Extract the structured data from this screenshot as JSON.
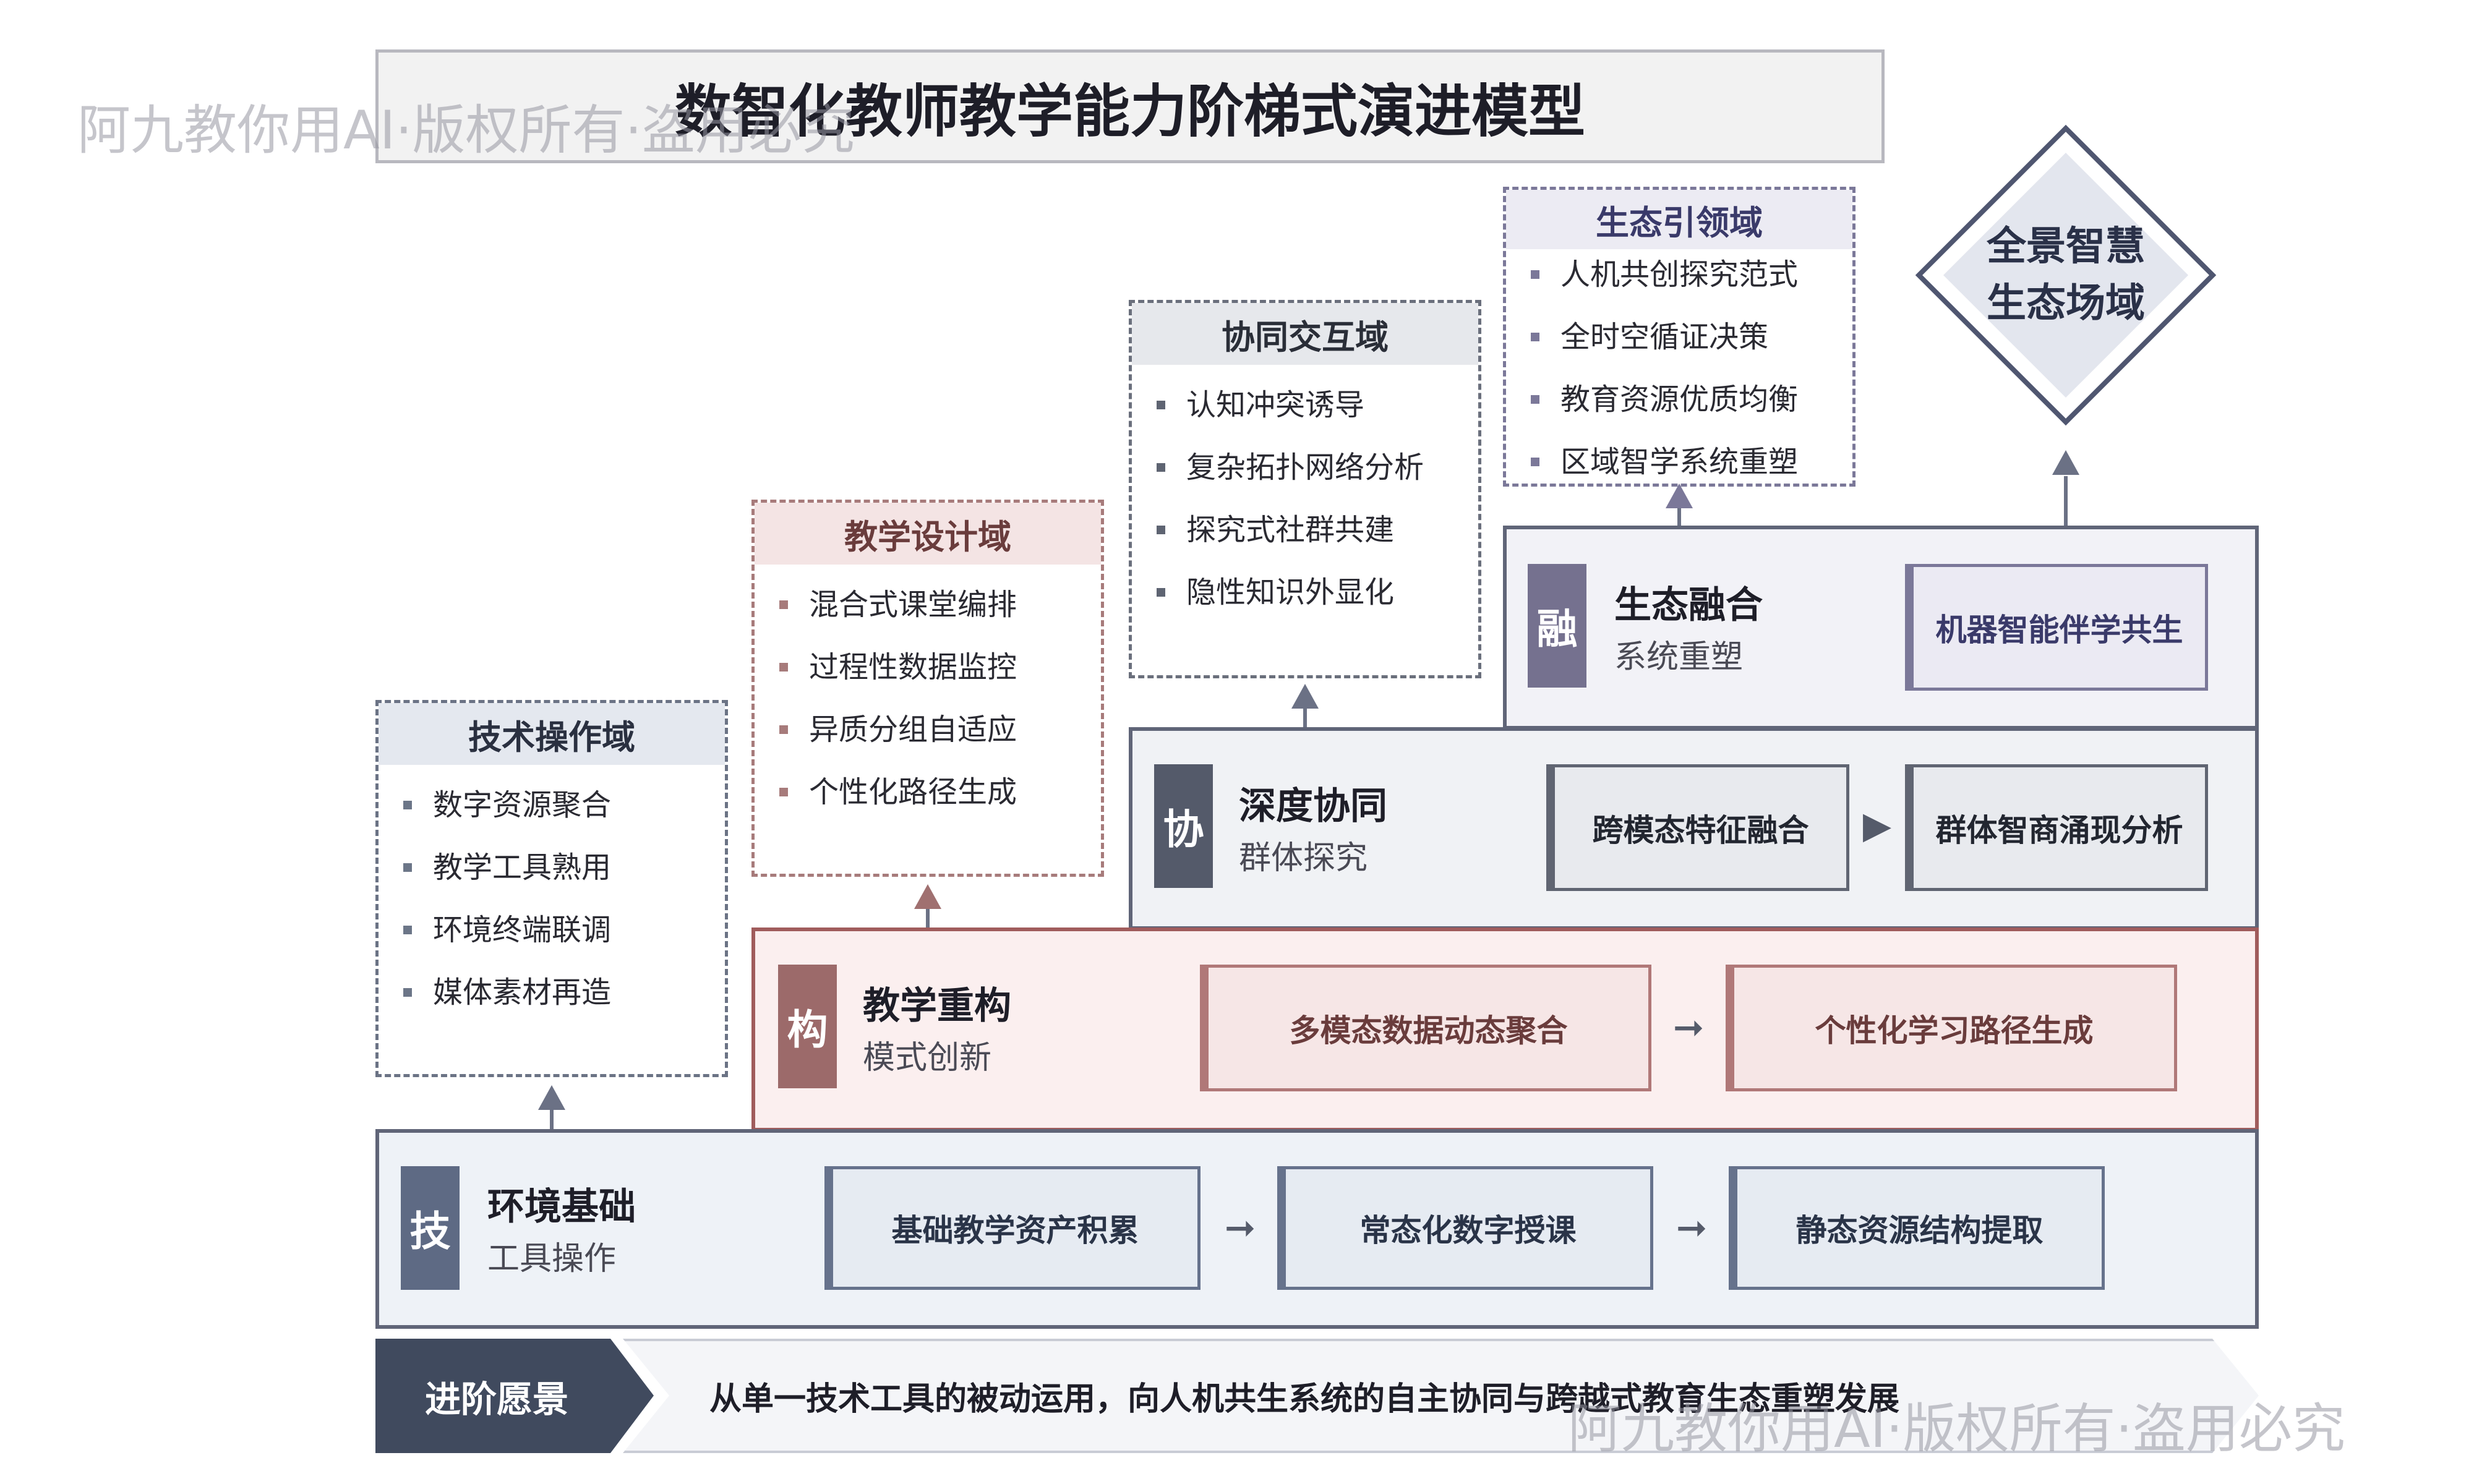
{
  "title": "数智化教师教学能力阶梯式演进模型",
  "watermark": "阿九教你用AI·版权所有·盗用必究",
  "layers": {
    "tech": {
      "badge": "技",
      "title": "环境基础",
      "subtitle": "工具操作",
      "nodes": [
        "基础教学资产积累",
        "常态化数字授课",
        "静态资源结构提取"
      ]
    },
    "reconstruct": {
      "badge": "构",
      "title": "教学重构",
      "subtitle": "模式创新",
      "nodes": [
        "多模态数据动态聚合",
        "个性化学习路径生成"
      ]
    },
    "collab": {
      "badge": "协",
      "title": "深度协同",
      "subtitle": "群体探究",
      "nodes": [
        "跨模态特征融合",
        "群体智商涌现分析"
      ]
    },
    "fusion": {
      "badge": "融",
      "title": "生态融合",
      "subtitle": "系统重塑",
      "nodes": [
        "机器智能伴学共生"
      ]
    }
  },
  "domains": {
    "tech": {
      "title": "技术操作域",
      "items": [
        "数字资源聚合",
        "教学工具熟用",
        "环境终端联调",
        "媒体素材再造"
      ]
    },
    "design": {
      "title": "教学设计域",
      "items": [
        "混合式课堂编排",
        "过程性数据监控",
        "异质分组自适应",
        "个性化路径生成"
      ]
    },
    "collab": {
      "title": "协同交互域",
      "items": [
        "认知冲突诱导",
        "复杂拓扑网络分析",
        "探究式社群共建",
        "隐性知识外显化"
      ]
    },
    "eco": {
      "title": "生态引领域",
      "items": [
        "人机共创探究范式",
        "全时空循证决策",
        "教育资源优质均衡",
        "区域智学系统重塑"
      ]
    }
  },
  "apex": {
    "line1": "全景智慧",
    "line2": "生态场域"
  },
  "vision": {
    "label": "进阶愿景",
    "text": "从单一技术工具的被动运用，向人机共生系统的自主协同与跨越式教育生态重塑发展"
  },
  "colors": {
    "dark": "#404a5e",
    "pink_border": "#a05c5c",
    "outline": "#606578"
  }
}
